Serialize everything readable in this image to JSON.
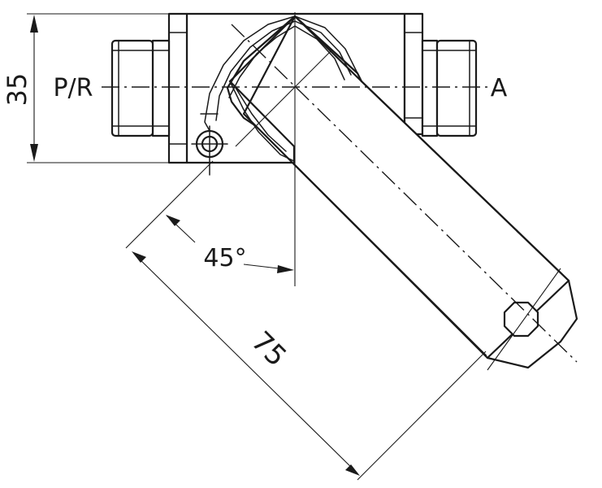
{
  "labels": {
    "port_left": "P/R",
    "port_right": "A",
    "dim_height": "35",
    "dim_angle": "45°",
    "dim_length": "75"
  }
}
